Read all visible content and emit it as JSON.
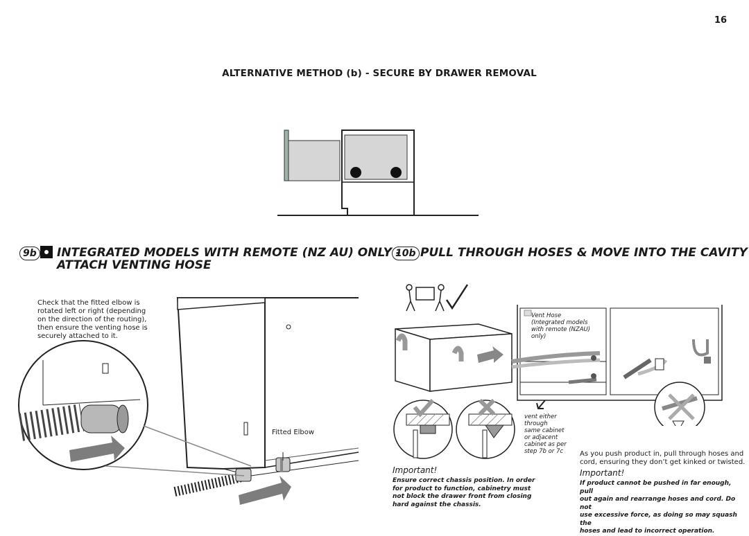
{
  "page": {
    "number": "16"
  },
  "section": {
    "title": "ALTERNATIVE METHOD (b) - SECURE BY DRAWER REMOVAL"
  },
  "step9b": {
    "badge": "9b",
    "title_line1": "INTEGRATED MODELS WITH REMOTE (NZ AU) ONLY -",
    "title_line2": "ATTACH VENTING HOSE",
    "desc_lines": [
      "Check that the fitted elbow is",
      "rotated left or right (depending",
      "on the direction of the routing),",
      "then ensure the venting hose is",
      "securely attached to it."
    ],
    "callout_label": "Fitted Elbow"
  },
  "step10b": {
    "badge": "10b",
    "title": "PULL THROUGH HOSES & MOVE INTO THE CAVITY",
    "vent_hose_lines": [
      "Vent Hose",
      "(Integrated models",
      "with remote (NZAU)",
      "only)"
    ],
    "vent_either_lines": [
      "vent either",
      "through",
      "same cabinet",
      "or adjacent",
      "cabinet as per",
      "step 7b or 7c"
    ],
    "push_note_lines": [
      "As you push product in, pull through hoses and",
      "cord, ensuring they don’t get kinked or twisted."
    ],
    "important_left": {
      "title": "Important!",
      "lines": [
        "Ensure correct chassis position. In order",
        "for product to function,  cabinetry must",
        "not block the drawer front from closing",
        "hard against the chassis."
      ]
    },
    "important_right": {
      "title": "Important!",
      "lines": [
        "If product cannot be pushed in far enough, pull",
        "out again and rearrange hoses and cord. Do not",
        "use excessive force, as doing so may squash the",
        "hoses and lead to incorrect operation."
      ]
    }
  }
}
